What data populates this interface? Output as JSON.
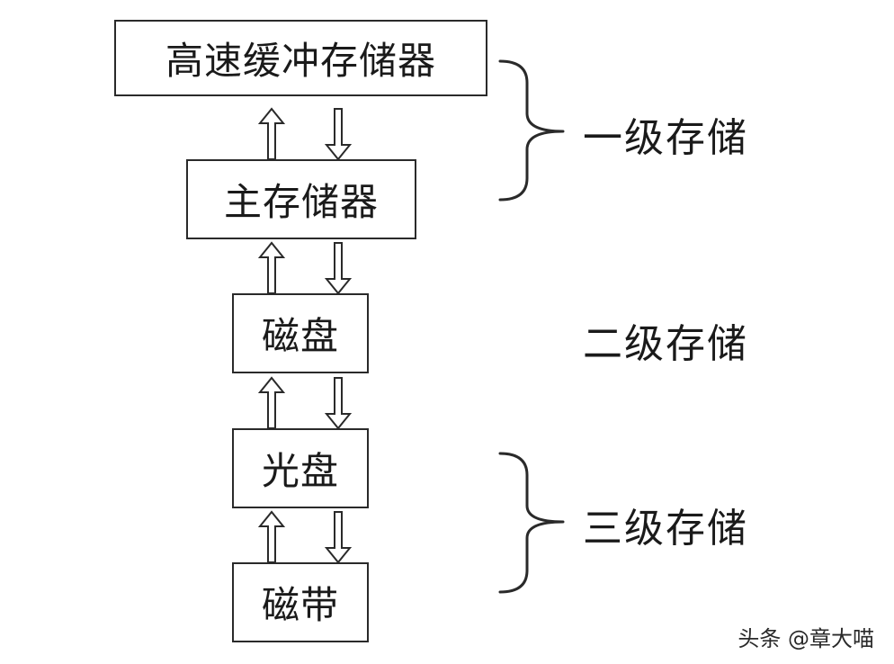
{
  "diagram": {
    "boxes": {
      "cache": "高速缓冲存储器",
      "main_memory": "主存储器",
      "disk": "磁盘",
      "optical": "光盘",
      "tape": "磁带"
    },
    "levels": {
      "level1": "一级存储",
      "level2": "二级存储",
      "level3": "三级存储"
    },
    "watermark": "头条 @章大喵"
  }
}
